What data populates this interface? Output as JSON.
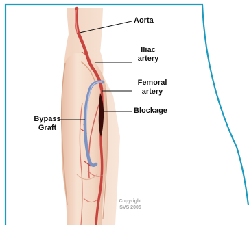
{
  "labels": {
    "aorta": "Aorta",
    "iliac_line1": "Iliac",
    "iliac_line2": "artery",
    "femoral_line1": "Femoral",
    "femoral_line2": "artery",
    "blockage": "Blockage",
    "bypass_line1": "Bypass",
    "bypass_line2": "Graft"
  },
  "copyright": {
    "line1": "Copyright",
    "line2": "SVS 2005"
  },
  "colors": {
    "frame": "#1d9bbf",
    "skin": "#f4d9c6",
    "skin_shadow": "#e2b49b",
    "artery": "#c8453f",
    "artery_light": "#df8a80",
    "graft": "#7d93c2",
    "blockage": "#3b0d0a",
    "leader": "#111111"
  }
}
